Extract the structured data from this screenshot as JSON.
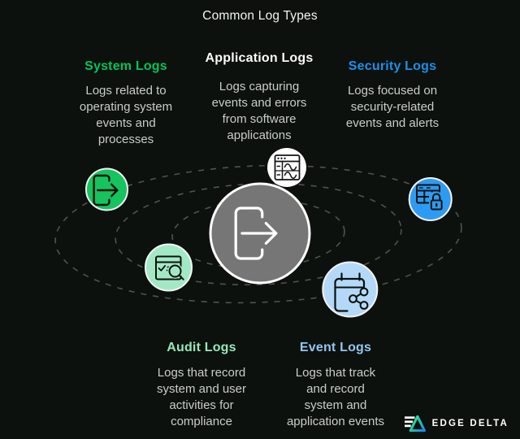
{
  "title": "Common Log Types",
  "background": "#0D110E",
  "orbit_color": "#4D534E",
  "log_types": [
    {
      "name": "System Logs",
      "description": "Logs related to\noperating system\nevents and\nprocesses",
      "heading_color": "#00C45A",
      "icon": "logout-arrow-icon",
      "icon_bg": "#16C35F"
    },
    {
      "name": "Application Logs",
      "description": "Logs capturing\nevents and errors\nfrom software\napplications",
      "heading_color": "#FAFAFA",
      "icon": "app-window-waveform-icon",
      "icon_bg": "#FFFFFF"
    },
    {
      "name": "Security Logs",
      "description": "Logs focused on\nsecurity-related\nevents and alerts",
      "heading_color": "#1E8FEA",
      "icon": "firewall-table-lock-icon",
      "icon_bg": "#2E9BF3"
    },
    {
      "name": "Audit Logs",
      "description": "Logs that record\nsystem and user\nactivities for\ncompliance",
      "heading_color": "#93E9B8",
      "icon": "checklist-magnifier-icon",
      "icon_bg": "#A3E8C5"
    },
    {
      "name": "Event Logs",
      "description": "Logs that track\nand record\nsystem and\napplication events",
      "heading_color": "#8FC7F2",
      "icon": "calendar-share-icon",
      "icon_bg": "#B4D9F8"
    }
  ],
  "center_icon": {
    "icon": "log-export-icon",
    "bg": "#767676"
  },
  "brand": {
    "name": "EDGE DELTA",
    "gradient_start": "#3FE383",
    "gradient_end": "#1C86EE"
  }
}
